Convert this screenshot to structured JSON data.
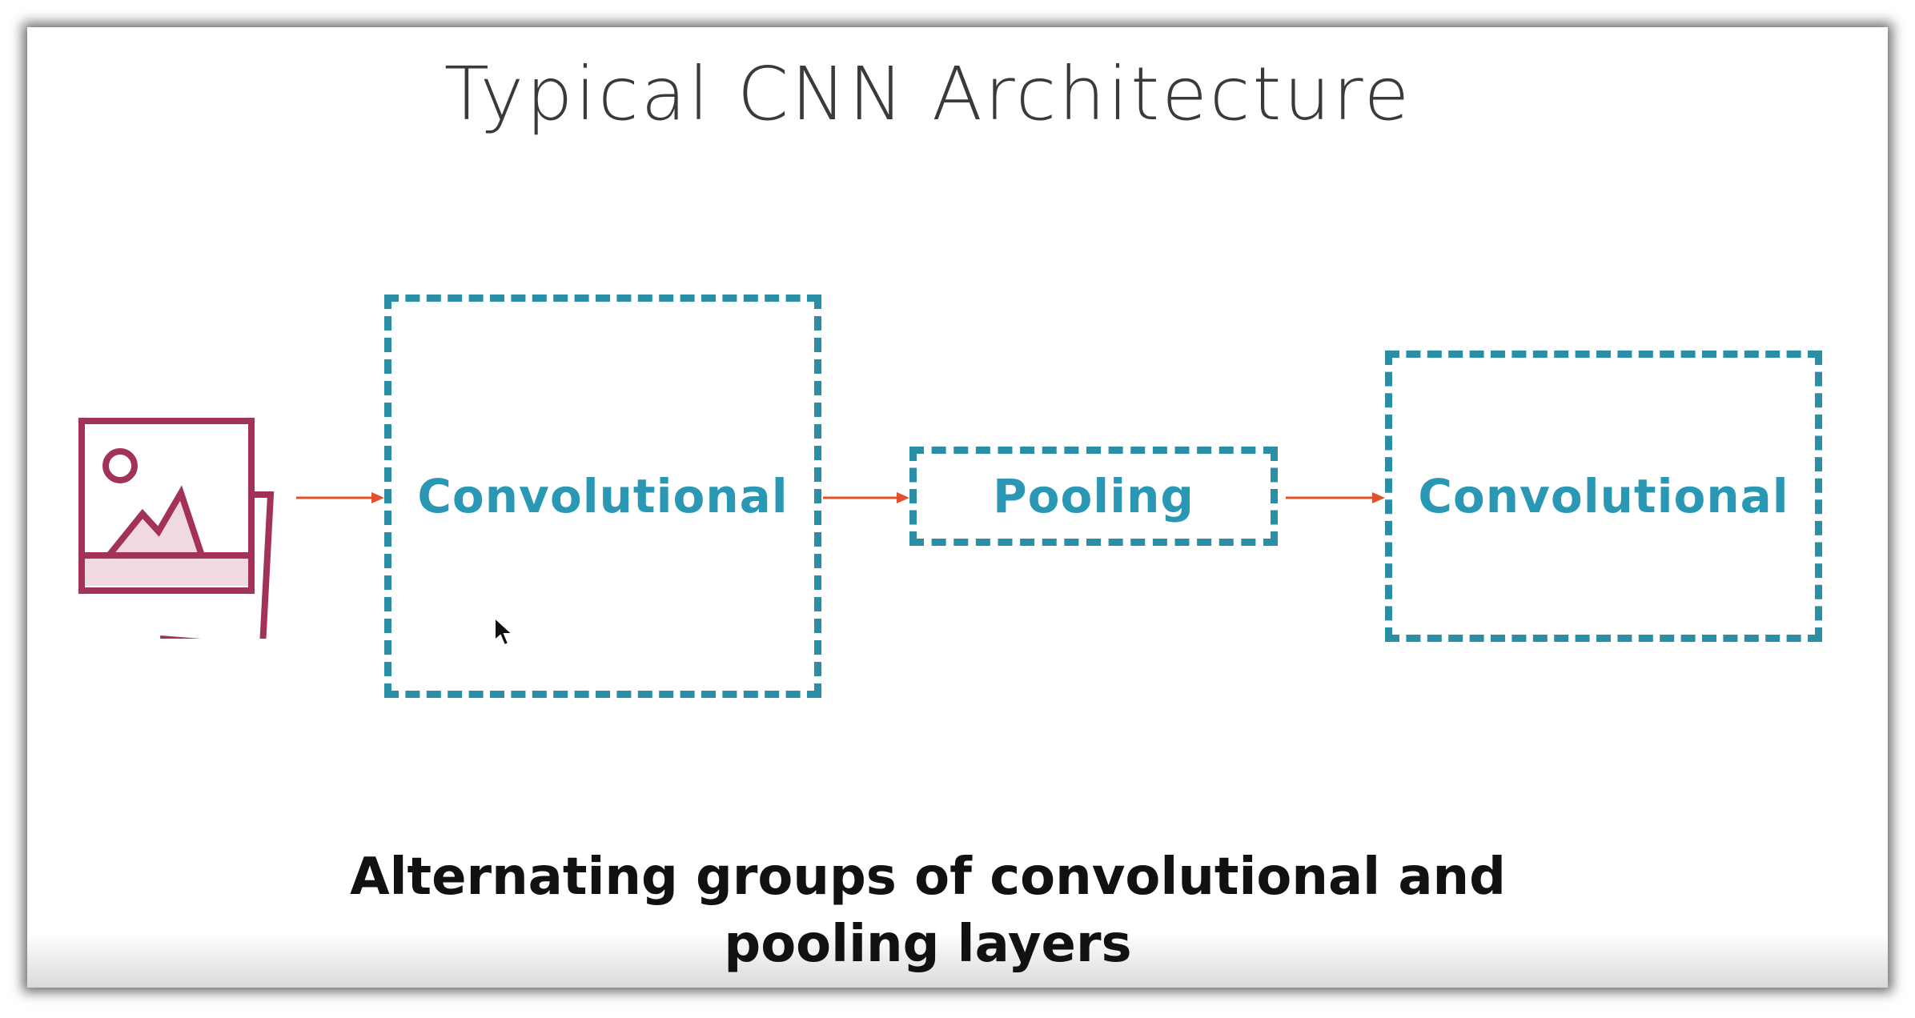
{
  "slide": {
    "title": "Typical CNN Architecture",
    "caption_line1": "Alternating groups of convolutional and",
    "caption_line2": "pooling layers"
  },
  "diagram": {
    "input_icon": "image-icon",
    "layers": [
      {
        "label": "Convolutional"
      },
      {
        "label": "Pooling"
      },
      {
        "label": "Convolutional"
      }
    ]
  },
  "colors": {
    "box_border": "#2a8ea6",
    "box_text": "#2a98b4",
    "arrow": "#e0522b",
    "icon": "#a3325a",
    "icon_fill": "#f0d9e1"
  }
}
